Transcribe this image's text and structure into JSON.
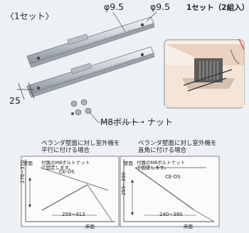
{
  "header": {
    "set_title": "〈1セット〉",
    "set_info": "1セット（2組入）"
  },
  "dimensions": {
    "hole_a": "φ9.5",
    "hole_b": "φ9.5",
    "width": "25"
  },
  "parts": {
    "bolt_label": "M8ボルト・ナット"
  },
  "diagram_left": {
    "title_line1": "ベランダ壁面に対し室外機を",
    "title_line2": "平行に付ける場合",
    "wall_label": "壁面",
    "note_line1": "付属のM8ボルトナット",
    "note_line2": "で固定します。",
    "product_code": "CE-DS",
    "vertical_dim": "276~370",
    "horizontal_dim": "259~413",
    "floor_label": "床面"
  },
  "diagram_right": {
    "title_line1": "ベランダ壁面に対し室外機を",
    "title_line2": "直角に付ける場合",
    "wall_label": "壁面",
    "note_line1": "付属のM8ボルトナット",
    "note_line2": "で固定します。",
    "product_code": "CE-DS",
    "vertical_dim": "255~390",
    "horizontal_dim": "240~390",
    "floor_label": "床面"
  }
}
